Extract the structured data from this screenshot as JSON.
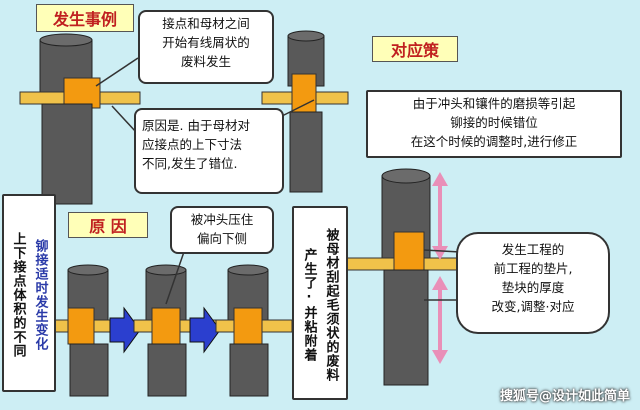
{
  "titles": {
    "case": "发生事例",
    "countermeasure": "对应策",
    "cause": "原  因"
  },
  "callouts": {
    "waste_start": [
      "接点和母材之间",
      "开始有线屑状的",
      "废料发生"
    ],
    "reason": [
      "原因是. 由于母材对",
      "应接点的上下寸法",
      "不同,发生了错位."
    ],
    "countermeasure_text": [
      "由于冲头和镶件的磨损等引起",
      "铆接的时候错位",
      "在这个时候的调整时,进行修正"
    ],
    "pressed": [
      "被冲头压住",
      "偏向下侧"
    ],
    "adjust": [
      "发生工程的",
      "前工程的垫片,",
      "垫块的厚度",
      "改变,调整·对应"
    ]
  },
  "vertical": {
    "left_col1": "上下接点体积的不同",
    "left_col2": "铆接适时发生变化",
    "right_col1": "被母材刮起毛须状的废料",
    "right_col2": "产生了·并粘附着"
  },
  "watermark": "搜狐号@设计如此简单",
  "colors": {
    "background": "#cdeef4",
    "punch": "#595959",
    "strip": "#f0c24a",
    "contact": "#f39a10",
    "arrow": "#2b3fcf",
    "pink_arrow": "#e98fb8",
    "title_fill": "#ffffb8",
    "title_text": "#c02020"
  }
}
